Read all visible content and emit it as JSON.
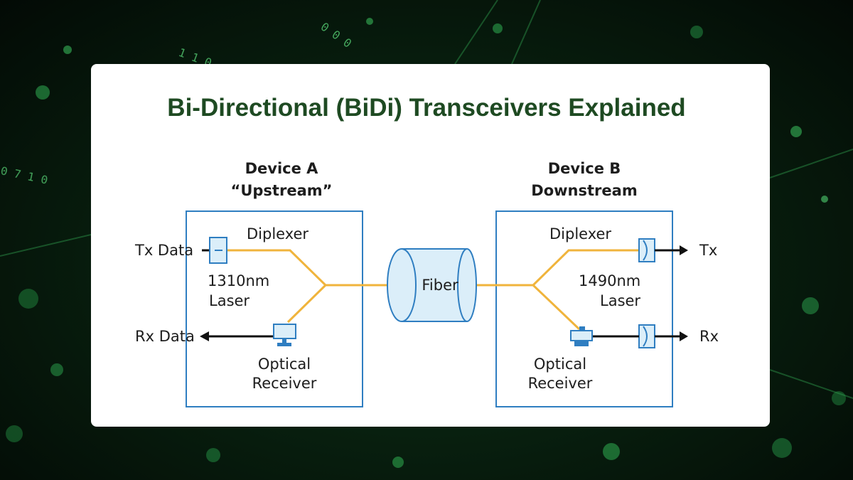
{
  "title": "Bi-Directional (BiDi) Transceivers Explained",
  "device_a": {
    "name": "Device A",
    "role": "“Upstream”",
    "diplexer": "Diplexer",
    "laser_wavelength": "1310nm",
    "laser": "Laser",
    "receiver_line1": "Optical",
    "receiver_line2": "Receiver",
    "tx_label": "Tx Data",
    "rx_label": "Rx Data"
  },
  "device_b": {
    "name": "Device B",
    "role": "Downstream",
    "diplexer": "Diplexer",
    "laser_wavelength": "1490nm",
    "laser": "Laser",
    "receiver_line1": "Optical",
    "receiver_line2": "Receiver",
    "tx_label": "Tx",
    "rx_label": "Rx"
  },
  "fiber_label": "Fiber",
  "colors": {
    "fiber_path": "#f0b43c",
    "box_border": "#2f7ec1",
    "component_fill": "#dbeef9",
    "title": "#1e4a22"
  }
}
